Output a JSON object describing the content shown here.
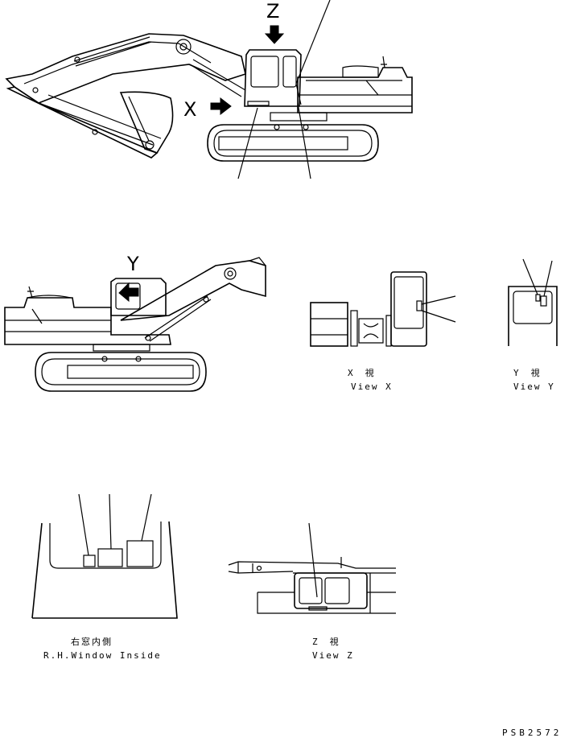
{
  "markers": {
    "z_top": "Z",
    "x_left": "X",
    "y_mid": "Y"
  },
  "captions": {
    "view_x_jp": "X　視",
    "view_x_en": "View X",
    "view_y_jp": "Y　視",
    "view_y_en": "View Y",
    "rh_window_jp": "右窓内側",
    "rh_window_en": "R.H.Window Inside",
    "view_z_jp": "Z　視",
    "view_z_en": "View Z"
  },
  "drawing_number": "PSB2572"
}
